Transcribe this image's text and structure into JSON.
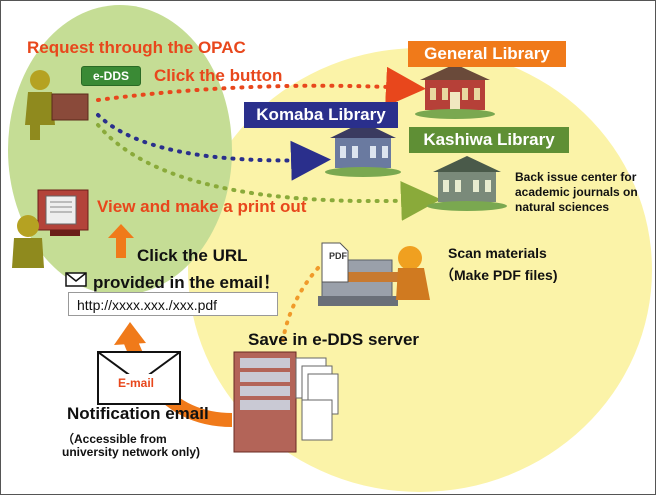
{
  "steps": {
    "request": "Request through the OPAC",
    "button_label": "e-DDS",
    "click_button": "Click the button",
    "view_print": "View and make a print out",
    "click_url_line1": "Click the URL",
    "click_url_line2": "provided in the email！",
    "url": "http://xxxx.xxx./xxx.pdf",
    "notification": "Notification email",
    "accessible_line1": "（Accessible from",
    "accessible_line2": "university network only)",
    "save_server": "Save in e-DDS server",
    "scan_line1": "Scan materials",
    "scan_line2": "（Make PDF files)",
    "email_label": "E-mail",
    "pdf_label": "PDF"
  },
  "libraries": {
    "general": "General Library",
    "komaba": "Komaba Library",
    "kashiwa": "Kashiwa Library",
    "kashiwa_note_1": "Back issue center for",
    "kashiwa_note_2": "academic journals on",
    "kashiwa_note_3": "natural sciences"
  },
  "colors": {
    "general": "#f07a1a",
    "komaba": "#2a2f8c",
    "kashiwa": "#5f8f35",
    "accent_red": "#e8471c",
    "green_ellipse": "#c5dd95",
    "yellow_ellipse": "#fbf3a8"
  },
  "icons": [
    "user-request-icon",
    "user-view-icon",
    "library-building-icon",
    "server-icon",
    "scanner-icon",
    "envelope-icon",
    "pdf-document-icon"
  ]
}
